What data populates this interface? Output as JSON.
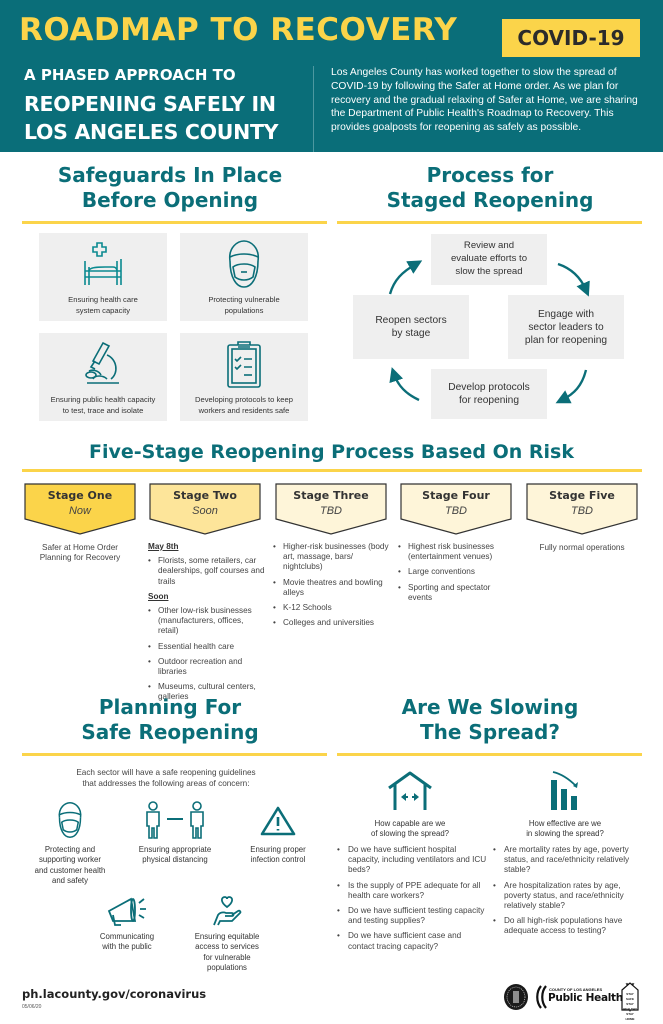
{
  "header": {
    "title": "ROADMAP TO RECOVERY",
    "badge": "COVID-19",
    "subtitle_small": "A PHASED APPROACH TO",
    "subtitle_line1": "REOPENING SAFELY IN",
    "subtitle_line2": "LOS ANGELES COUNTY",
    "intro": "Los Angeles County has worked together to slow the spread of COVID-19 by following the Safer at Home order. As we plan for recovery and the gradual relaxing of Safer at Home, we are sharing the Department of Public Health's Roadmap to Recovery. This provides goalposts for reopening as safely as possible.",
    "bg_color": "#0a6e79",
    "accent_color": "#fbd44a"
  },
  "safeguards": {
    "title_line1": "Safeguards In Place",
    "title_line2": "Before Opening",
    "items": [
      {
        "icon": "hospital-bed-icon",
        "label_line1": "Ensuring health care",
        "label_line2": "system capacity"
      },
      {
        "icon": "masked-face-icon",
        "label_line1": "Protecting vulnerable",
        "label_line2": "populations"
      },
      {
        "icon": "microscope-icon",
        "label_line1": "Ensuring public health capacity",
        "label_line2": "to test, trace and isolate"
      },
      {
        "icon": "clipboard-checklist-icon",
        "label_line1": "Developing protocols to keep",
        "label_line2": "workers and residents safe"
      }
    ]
  },
  "process": {
    "title_line1": "Process for",
    "title_line2": "Staged Reopening",
    "steps": [
      {
        "line1": "Review and",
        "line2": "evaluate efforts to",
        "line3": "slow the spread"
      },
      {
        "line1": "Engage with",
        "line2": "sector leaders to",
        "line3": "plan for reopening"
      },
      {
        "line1": "Develop protocols",
        "line2": "for reopening"
      },
      {
        "line1": "Reopen sectors",
        "line2": "by stage"
      }
    ]
  },
  "stages": {
    "title": "Five-Stage Reopening Process Based On Risk",
    "list": [
      {
        "name": "Stage One",
        "when": "Now",
        "color": "#fbd44a"
      },
      {
        "name": "Stage Two",
        "when": "Soon",
        "color": "#fde59a"
      },
      {
        "name": "Stage Three",
        "when": "TBD",
        "color": "#fef5d9"
      },
      {
        "name": "Stage Four",
        "when": "TBD",
        "color": "#fef5d9"
      },
      {
        "name": "Stage Five",
        "when": "TBD",
        "color": "#fef5d9"
      }
    ],
    "stage1_text_line1": "Safer at Home Order",
    "stage1_text_line2": "Planning for Recovery",
    "stage2": {
      "head1": "May 8th",
      "group1": [
        "Florists, some retailers, car dealerships, golf courses and trails"
      ],
      "head2": "Soon",
      "group2": [
        "Other low-risk businesses (manufacturers, offices, retail)",
        "Essential health care",
        "Outdoor recreation and libraries",
        "Museums, cultural centers, galleries"
      ]
    },
    "stage3": [
      "Higher-risk businesses (body art, massage, bars/ nightclubs)",
      "Movie theatres and bowling alleys",
      "K-12 Schools",
      "Colleges and universities"
    ],
    "stage4": [
      "Highest risk businesses (entertainment venues)",
      "Large conventions",
      "Sporting and spectator events"
    ],
    "stage5_text": "Fully normal operations"
  },
  "planning": {
    "title_line1": "Planning For",
    "title_line2": "Safe Reopening",
    "intro_line1": "Each sector will have a safe reopening guidelines",
    "intro_line2": "that addresses the following areas of concern:",
    "items": [
      {
        "icon": "masked-face-icon",
        "lines": [
          "Protecting and",
          "supporting worker",
          "and customer health",
          "and safety"
        ]
      },
      {
        "icon": "physical-distancing-icon",
        "lines": [
          "Ensuring appropriate",
          "physical distancing"
        ]
      },
      {
        "icon": "warning-triangle-icon",
        "lines": [
          "Ensuring proper",
          "infection control"
        ]
      },
      {
        "icon": "megaphone-icon",
        "lines": [
          "Communicating",
          "with the public"
        ]
      },
      {
        "icon": "heart-hand-icon",
        "lines": [
          "Ensuring equitable",
          "access to services",
          "for vulnerable",
          "populations"
        ]
      }
    ]
  },
  "slowing": {
    "title_line1": "Are We Slowing",
    "title_line2": "The Spread?",
    "capable": {
      "icon": "house-capacity-icon",
      "q_line1": "How capable are we",
      "q_line2": "of slowing the spread?",
      "items": [
        "Do we have sufficient hospital capacity, including ventilators and ICU beds?",
        "Is the supply of PPE adequate for all health care workers?",
        "Do we have sufficient testing capacity and testing supplies?",
        "Do we have sufficient case and contact tracing capacity?"
      ]
    },
    "effective": {
      "icon": "declining-bar-chart-icon",
      "q_line1": "How effective are we",
      "q_line2": "in slowing the spread?",
      "items": [
        "Are mortality rates by age, poverty status, and race/ethnicity relatively stable?",
        "Are hospitalization rates by age, poverty status, and race/ethnicity relatively stable?",
        "Do all high-risk populations have adequate access to testing?"
      ]
    }
  },
  "footer": {
    "url": "ph.lacounty.gov/coronavirus",
    "date": "05/06/20",
    "logos": {
      "county_seal": "county-seal-logo",
      "public_health_small": "COUNTY OF LOS ANGELES",
      "public_health_big": "Public Health",
      "stay_safe": [
        "STAY SAFE",
        "STAY HEALTHY",
        "STAY HOME"
      ]
    }
  }
}
